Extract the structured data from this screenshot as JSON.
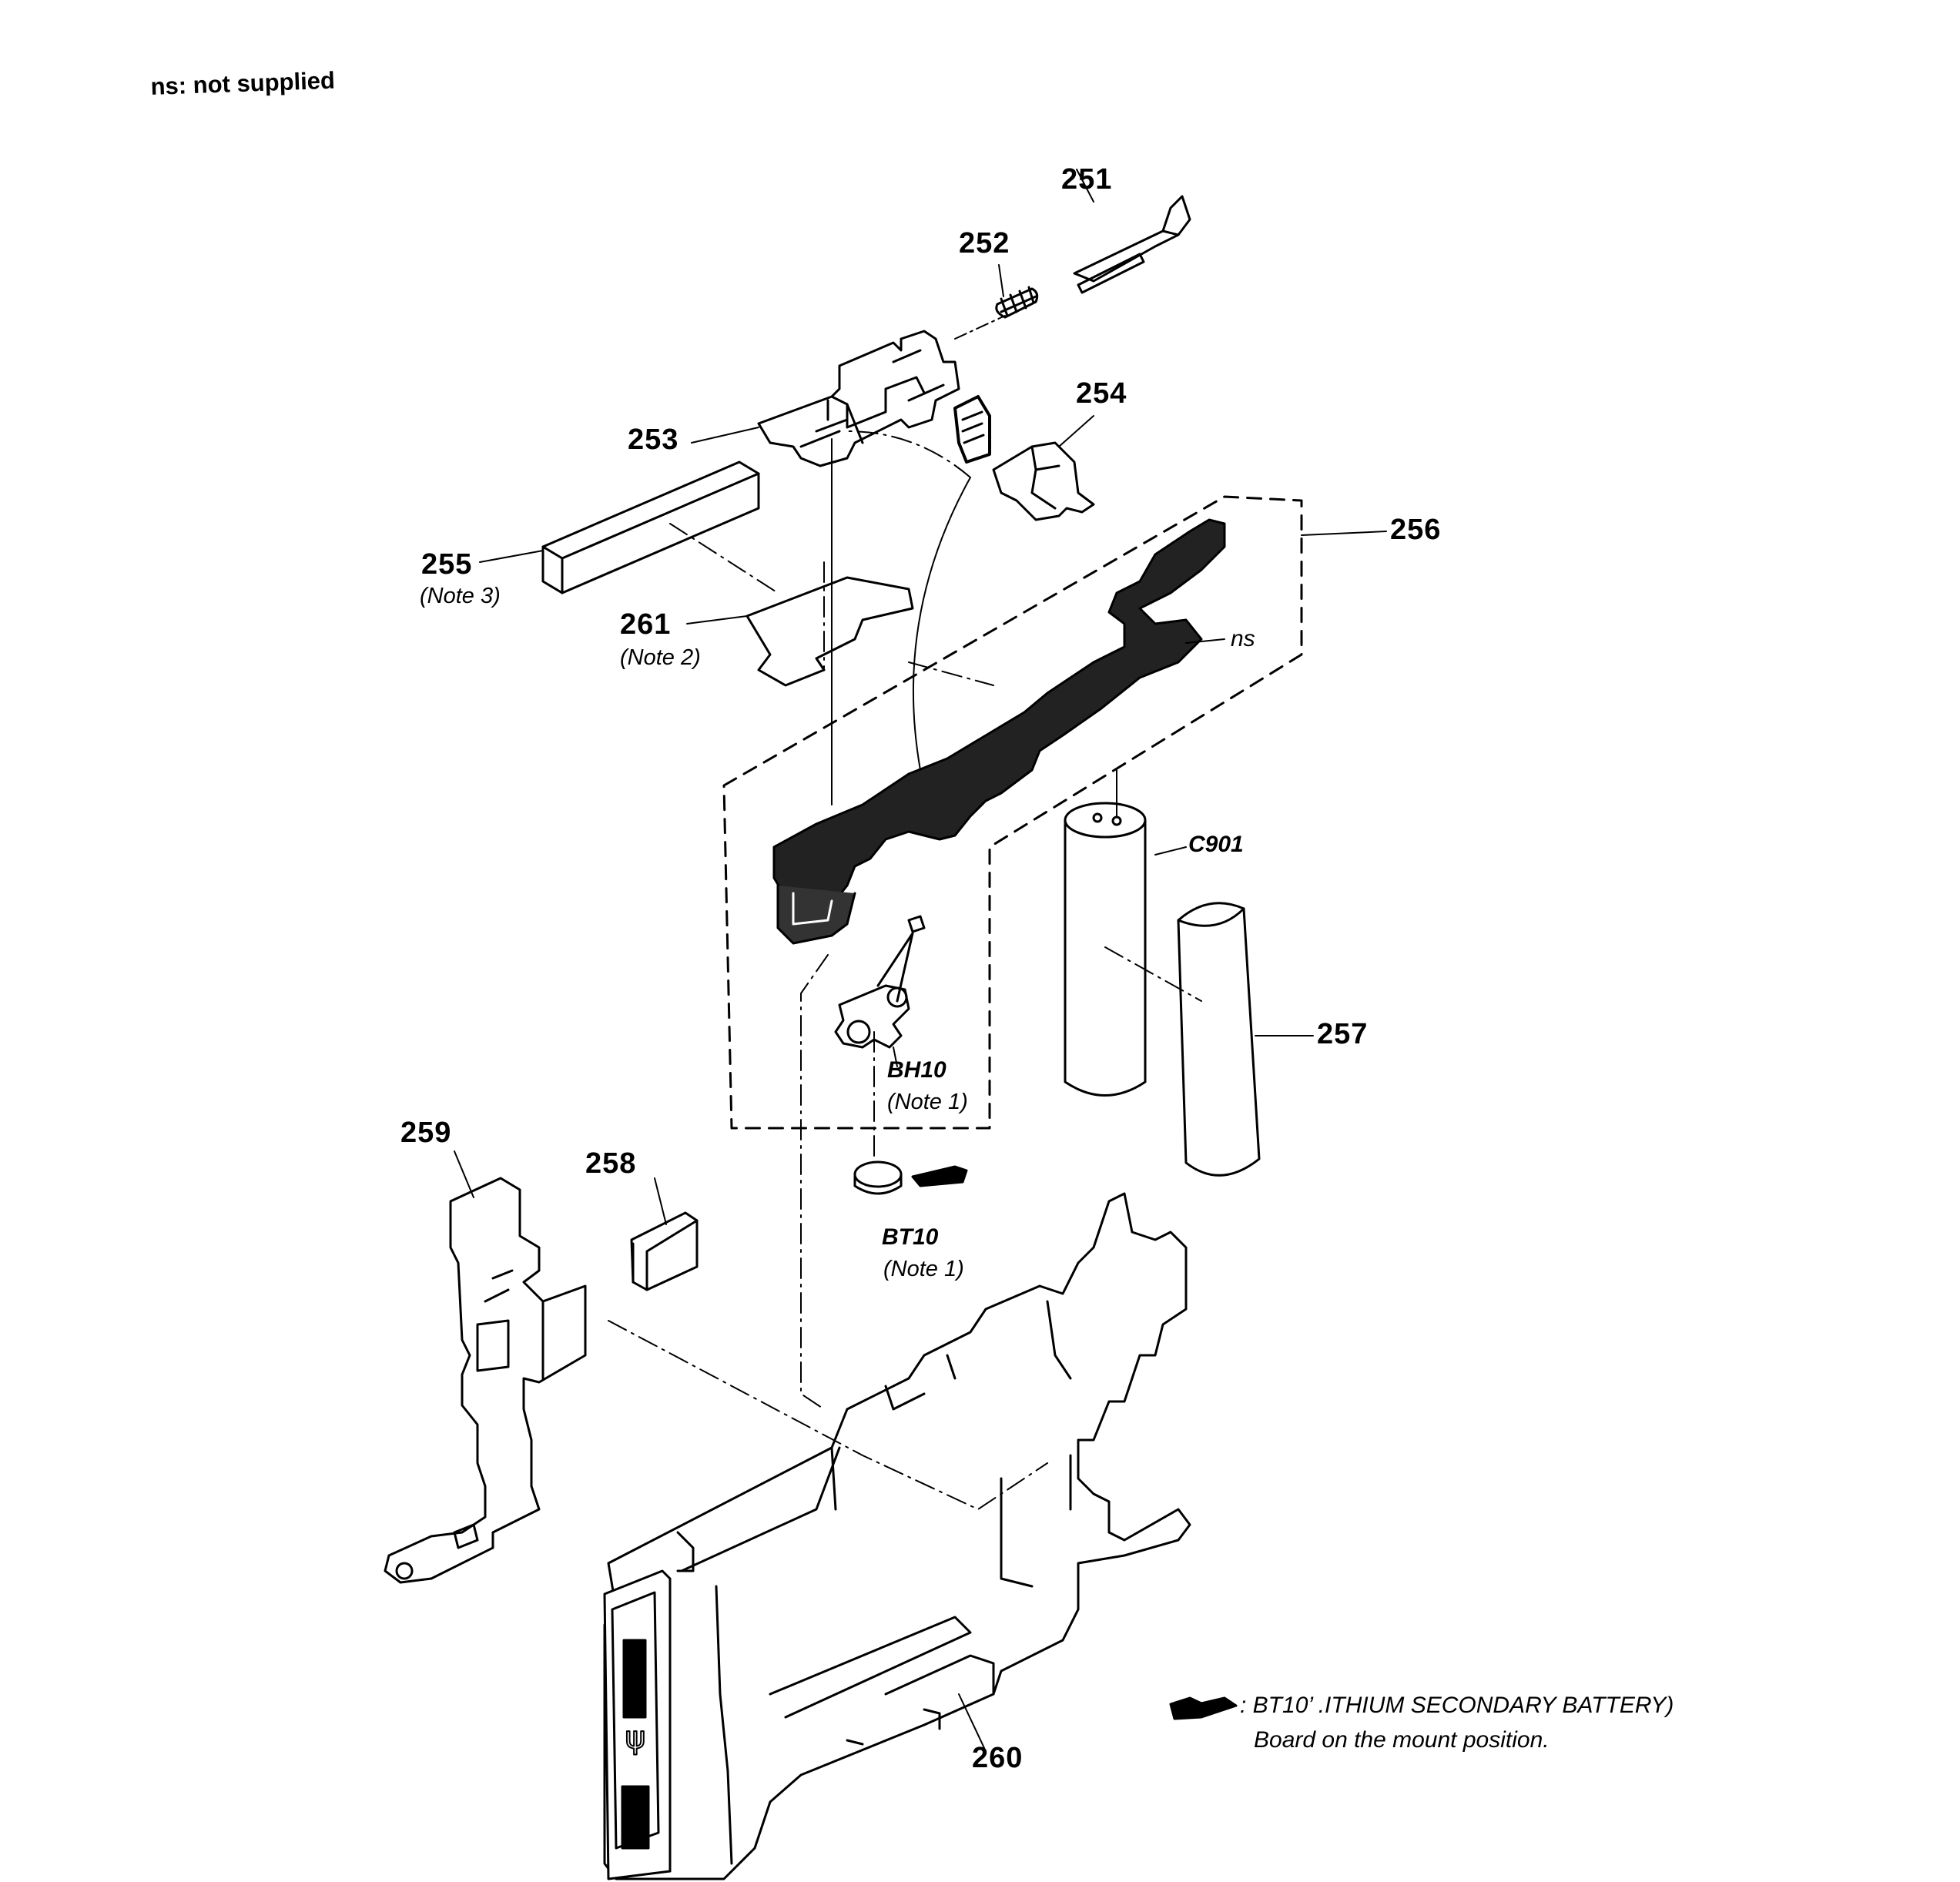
{
  "header_note": "ns: not supplied",
  "parts": {
    "p251": "251",
    "p252": "252",
    "p253": "253",
    "p254": "254",
    "p255": "255",
    "p256": "256",
    "p257": "257",
    "p258": "258",
    "p259": "259",
    "p260": "260",
    "p261": "261",
    "c901": "C901",
    "bh10": "BH10",
    "bt10": "BT10",
    "ns": "ns"
  },
  "notes": {
    "n255": "(Note 3)",
    "n261": "(Note 2)",
    "nbh10": "(Note 1)",
    "nbt10": "(Note 1)"
  },
  "legend": {
    "icon": "battery-mount-icon",
    "line1": ": BT10’ .ITHIUM SECONDARY BATTERY)",
    "line2": "Board on the mount position."
  }
}
